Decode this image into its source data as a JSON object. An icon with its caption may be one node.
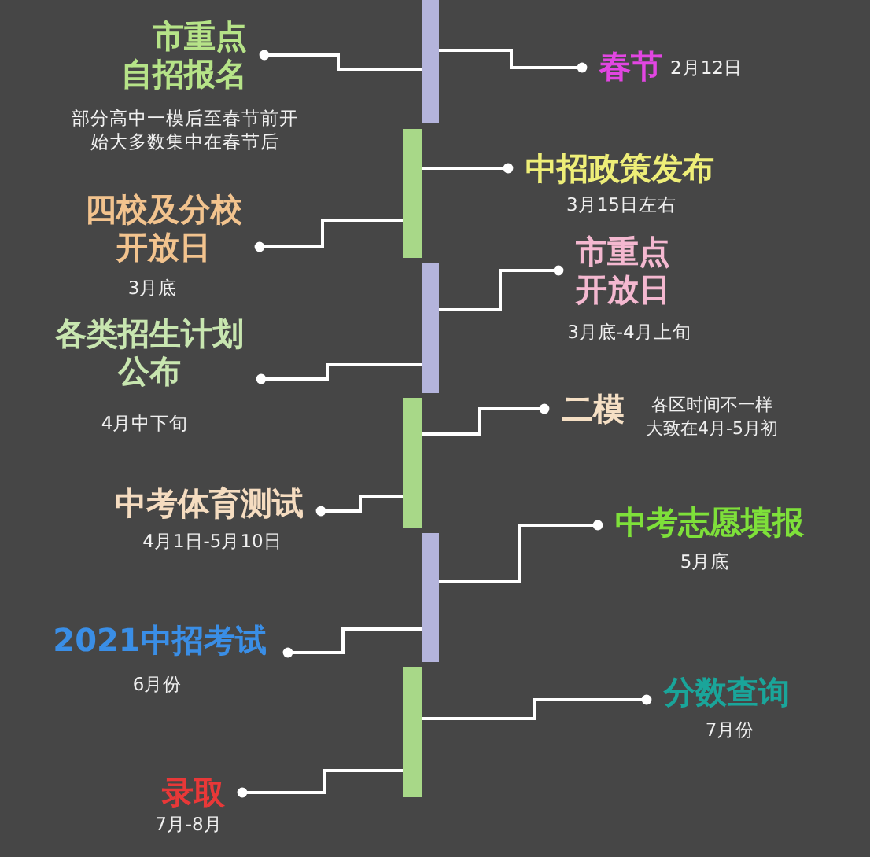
{
  "diagram": {
    "nodes": [
      {
        "text": [],
        "shape": "bar"
      },
      {
        "text": [],
        "shape": "bar"
      },
      {
        "text": [],
        "shape": "bar"
      },
      {
        "text": [],
        "shape": "bar"
      },
      {
        "text": [],
        "shape": "bar"
      },
      {
        "text": [],
        "shape": "bar"
      },
      {
        "text": [
          "市重点自招报名"
        ],
        "beside": [
          "部分高中一模后至春节前开始大多数集中在春节后"
        ]
      },
      {
        "text": [
          "春节"
        ],
        "beside": [
          "2月12日"
        ]
      },
      {
        "text": [
          "中招政策发布"
        ],
        "beside": [
          "3月15日左右"
        ]
      },
      {
        "text": [
          "四校及分校开放日"
        ],
        "beside": [
          "3月底"
        ]
      },
      {
        "text": [
          "市重点开放日"
        ],
        "beside": [
          "3月底-4月上旬"
        ]
      },
      {
        "text": [
          "各类招生计划公布"
        ],
        "beside": [
          "4月中下旬"
        ]
      },
      {
        "text": [
          "二模"
        ],
        "beside": [
          "各区时间不一样大致在4月-5月初"
        ]
      },
      {
        "text": [
          "中考体育测试"
        ],
        "beside": [
          "4月1日-5月10日"
        ]
      },
      {
        "text": [
          "中考志愿填报"
        ],
        "beside": [
          "5月底"
        ]
      },
      {
        "text": [
          "2021中招考试"
        ],
        "beside": [
          "6月份"
        ]
      },
      {
        "text": [
          "分数查询"
        ],
        "beside": [
          "7月份"
        ]
      },
      {
        "text": [
          "录取"
        ],
        "beside": [
          "7月-8月"
        ]
      }
    ],
    "edges": [
      {
        "from": 0,
        "to": 6,
        "arrow": "other"
      },
      {
        "from": 0,
        "to": 7,
        "arrow": "other"
      },
      {
        "from": 1,
        "to": 8,
        "arrow": "other"
      },
      {
        "from": 1,
        "to": 9,
        "arrow": "other"
      },
      {
        "from": 2,
        "to": 10,
        "arrow": "other"
      },
      {
        "from": 2,
        "to": 11,
        "arrow": "other"
      },
      {
        "from": 3,
        "to": 12,
        "arrow": "other"
      },
      {
        "from": 3,
        "to": 13,
        "arrow": "other"
      },
      {
        "from": 4,
        "to": 14,
        "arrow": "other"
      },
      {
        "from": 4,
        "to": 15,
        "arrow": "other"
      },
      {
        "from": 5,
        "to": 16,
        "arrow": "other"
      },
      {
        "from": 5,
        "to": 17,
        "arrow": "other"
      }
    ]
  }
}
